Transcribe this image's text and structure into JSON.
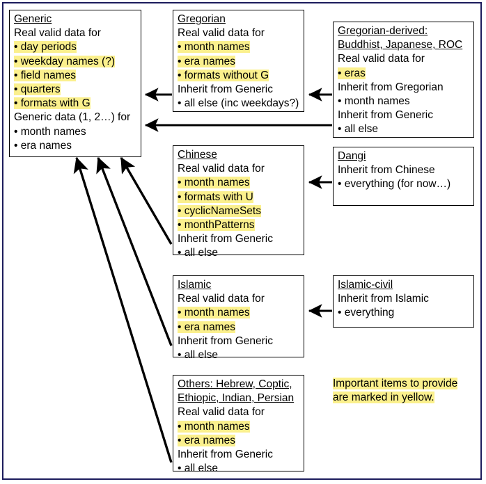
{
  "diagram": {
    "title_note": {
      "lines": [
        "Important items to provide",
        "are marked in yellow."
      ]
    },
    "highlight_color": "#fbf08d",
    "border_color": "#000000",
    "frame_color": "#1b1b5c",
    "nodes": [
      {
        "id": "generic",
        "title_lines": [
          "Generic"
        ],
        "lines": [
          {
            "text": "Real valid data for",
            "highlight": false,
            "bullet": false
          },
          {
            "text": "day periods",
            "highlight": true,
            "bullet": true
          },
          {
            "text": "weekday names (?)",
            "highlight": true,
            "bullet": true
          },
          {
            "text": "field names",
            "highlight": true,
            "bullet": true
          },
          {
            "text": "quarters",
            "highlight": true,
            "bullet": true
          },
          {
            "text": "formats with G",
            "highlight": true,
            "bullet": true
          },
          {
            "text": "Generic data (1, 2…) for",
            "highlight": false,
            "bullet": false
          },
          {
            "text": "month names",
            "highlight": false,
            "bullet": true
          },
          {
            "text": "era names",
            "highlight": false,
            "bullet": true
          }
        ]
      },
      {
        "id": "gregorian",
        "title_lines": [
          "Gregorian"
        ],
        "lines": [
          {
            "text": "Real valid data for",
            "highlight": false,
            "bullet": false
          },
          {
            "text": "month names",
            "highlight": true,
            "bullet": true
          },
          {
            "text": "era names",
            "highlight": true,
            "bullet": true
          },
          {
            "text": "formats without G",
            "highlight": true,
            "bullet": true
          },
          {
            "text": "Inherit from Generic",
            "highlight": false,
            "bullet": false
          },
          {
            "text": "all else (inc weekdays?)",
            "highlight": false,
            "bullet": true
          }
        ]
      },
      {
        "id": "gregorian-derived",
        "title_lines": [
          "Gregorian-derived:",
          "Buddhist, Japanese, ROC"
        ],
        "lines": [
          {
            "text": "Real valid data for",
            "highlight": false,
            "bullet": false
          },
          {
            "text": "eras",
            "highlight": true,
            "bullet": true
          },
          {
            "text": "Inherit from Gregorian",
            "highlight": false,
            "bullet": false
          },
          {
            "text": "month names",
            "highlight": false,
            "bullet": true
          },
          {
            "text": "Inherit from Generic",
            "highlight": false,
            "bullet": false
          },
          {
            "text": "all else",
            "highlight": false,
            "bullet": true
          }
        ]
      },
      {
        "id": "chinese",
        "title_lines": [
          "Chinese"
        ],
        "lines": [
          {
            "text": "Real valid data for",
            "highlight": false,
            "bullet": false
          },
          {
            "text": "month names",
            "highlight": true,
            "bullet": true
          },
          {
            "text": "formats with U",
            "highlight": true,
            "bullet": true
          },
          {
            "text": "cyclicNameSets",
            "highlight": true,
            "bullet": true
          },
          {
            "text": "monthPatterns",
            "highlight": true,
            "bullet": true
          },
          {
            "text": "Inherit from Generic",
            "highlight": false,
            "bullet": false
          },
          {
            "text": "all else",
            "highlight": false,
            "bullet": true
          }
        ]
      },
      {
        "id": "dangi",
        "title_lines": [
          "Dangi"
        ],
        "lines": [
          {
            "text": "Inherit from Chinese",
            "highlight": false,
            "bullet": false
          },
          {
            "text": "everything (for now…)",
            "highlight": false,
            "bullet": true
          }
        ]
      },
      {
        "id": "islamic",
        "title_lines": [
          "Islamic"
        ],
        "lines": [
          {
            "text": "Real valid data for",
            "highlight": false,
            "bullet": false
          },
          {
            "text": "month names",
            "highlight": true,
            "bullet": true
          },
          {
            "text": "era names",
            "highlight": true,
            "bullet": true
          },
          {
            "text": "Inherit from Generic",
            "highlight": false,
            "bullet": false
          },
          {
            "text": "all else",
            "highlight": false,
            "bullet": true
          }
        ]
      },
      {
        "id": "islamic-civil",
        "title_lines": [
          "Islamic-civil"
        ],
        "lines": [
          {
            "text": "Inherit from Islamic",
            "highlight": false,
            "bullet": false
          },
          {
            "text": "everything",
            "highlight": false,
            "bullet": true
          }
        ]
      },
      {
        "id": "others",
        "title_lines": [
          "Others: Hebrew, Coptic,",
          "Ethiopic, Indian, Persian"
        ],
        "lines": [
          {
            "text": "Real valid data for",
            "highlight": false,
            "bullet": false
          },
          {
            "text": "month names",
            "highlight": true,
            "bullet": true
          },
          {
            "text": "era names",
            "highlight": true,
            "bullet": true
          },
          {
            "text": "Inherit from Generic",
            "highlight": false,
            "bullet": false
          },
          {
            "text": "all else",
            "highlight": false,
            "bullet": true
          }
        ]
      }
    ],
    "edges": [
      {
        "from": "gregorian",
        "to": "generic",
        "label": "inherits-from"
      },
      {
        "from": "gregorian-derived",
        "to": "gregorian",
        "label": "inherits-from"
      },
      {
        "from": "gregorian-derived",
        "to": "generic",
        "label": "inherits-from"
      },
      {
        "from": "dangi",
        "to": "chinese",
        "label": "inherits-from"
      },
      {
        "from": "chinese",
        "to": "generic",
        "label": "inherits-from"
      },
      {
        "from": "islamic-civil",
        "to": "islamic",
        "label": "inherits-from"
      },
      {
        "from": "islamic",
        "to": "generic",
        "label": "inherits-from"
      },
      {
        "from": "others",
        "to": "generic",
        "label": "inherits-from"
      }
    ]
  }
}
